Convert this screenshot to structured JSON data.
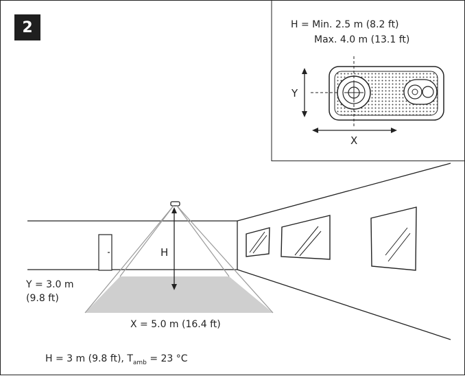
{
  "step_number": "2",
  "inset": {
    "h_range_line1": "H = Min. 2.5 m (8.2 ft)",
    "h_range_line2": "Max. 4.0 m (13.1 ft)",
    "axis_y": "Y",
    "axis_x": "X"
  },
  "room": {
    "label_h": "H",
    "label_y_line1": "Y = 3.0 m",
    "label_y_line2": "(9.8 ft)",
    "label_x": "X = 5.0 m (16.4 ft)"
  },
  "footer": {
    "conditions_prefix": "H = 3 m (9.8 ft), T",
    "conditions_sub": "amb",
    "conditions_suffix": " = 23 °C"
  },
  "colors": {
    "line": "#222222",
    "floor_area": "#cfcfcf",
    "badge_bg": "#1f1f1f",
    "badge_text": "#ffffff"
  }
}
